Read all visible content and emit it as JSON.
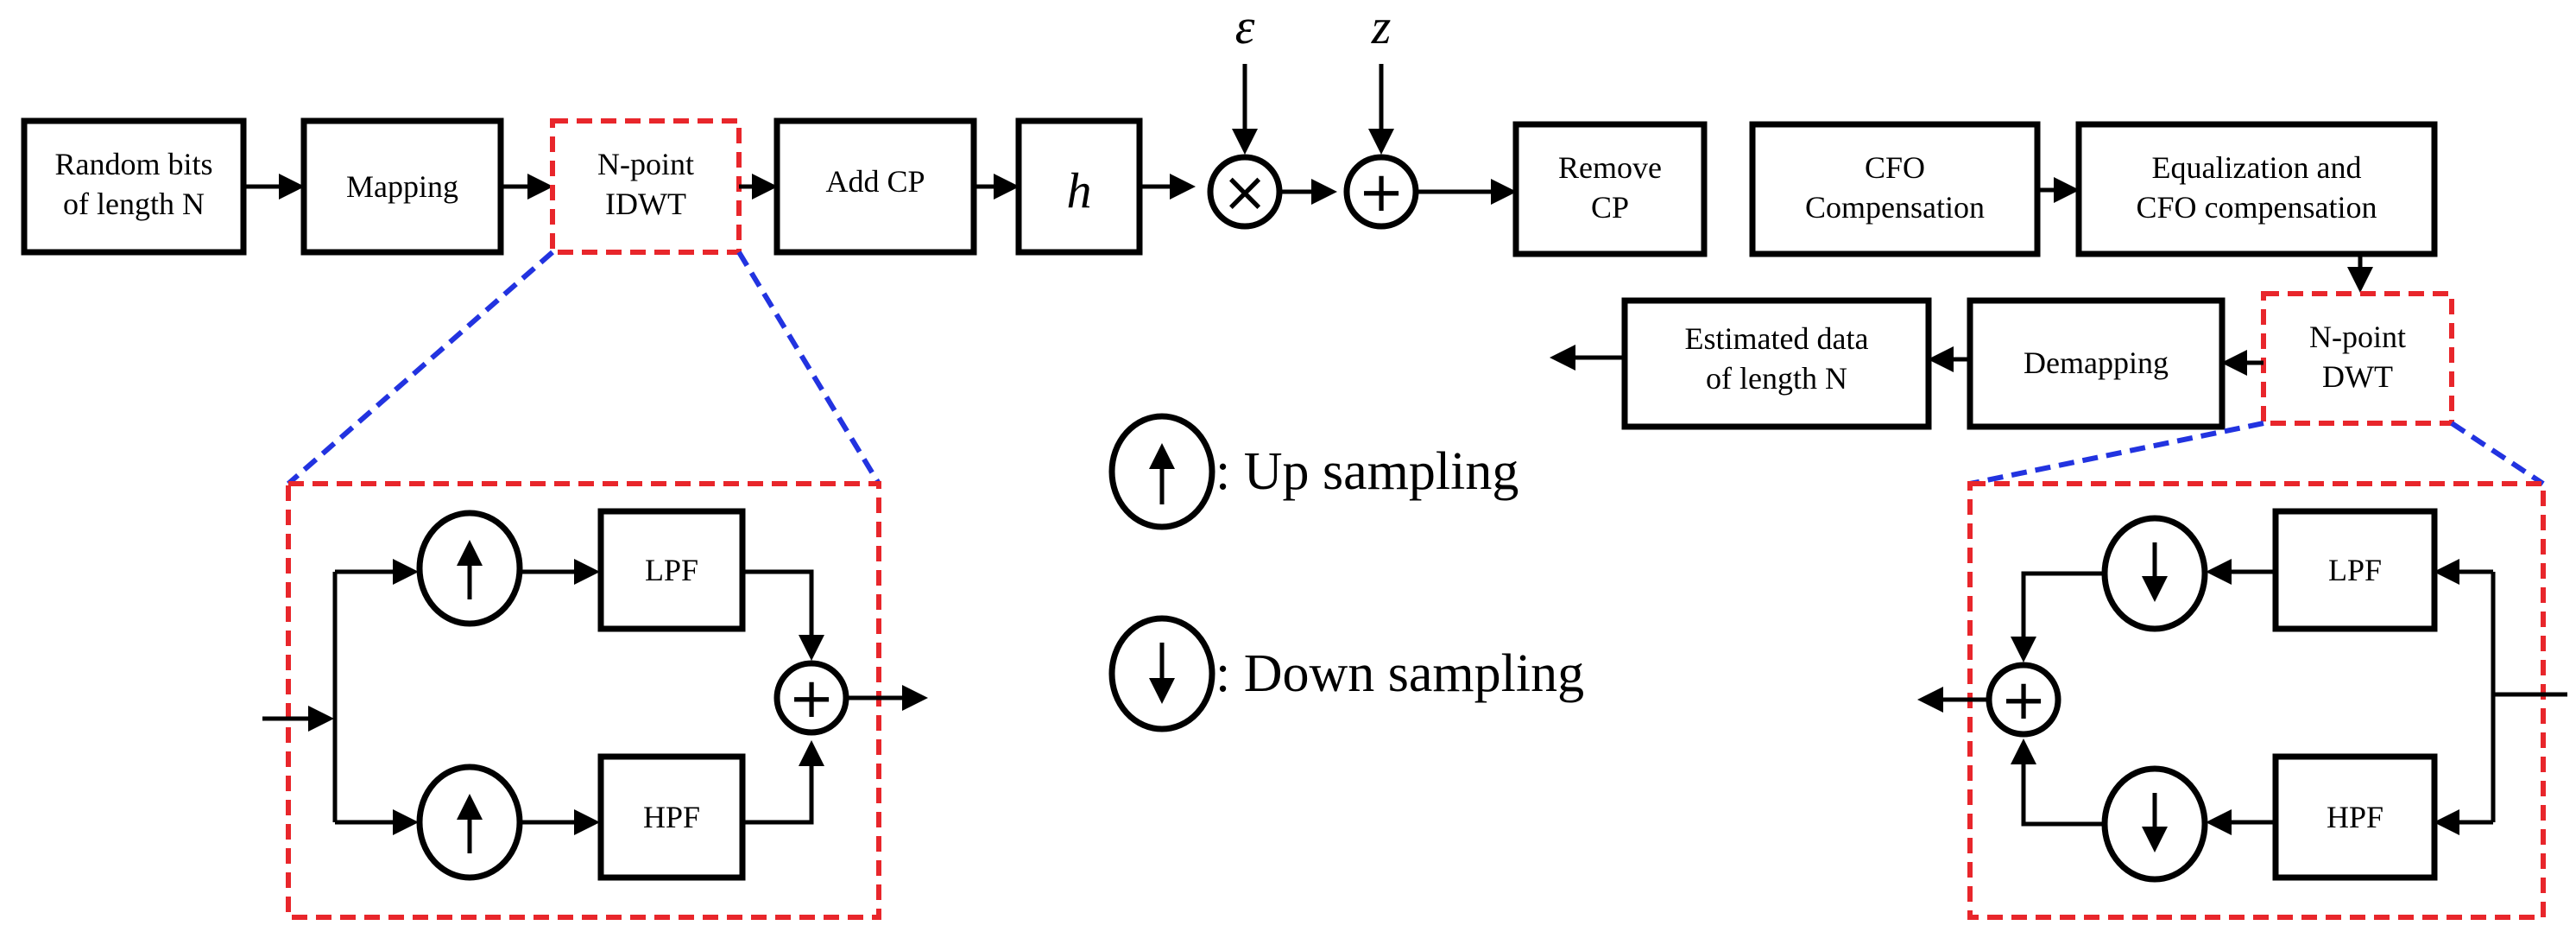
{
  "blocks": {
    "random_bits": [
      "Random bits",
      "of length N"
    ],
    "mapping": "Mapping",
    "idwt": [
      "N-point",
      "IDWT"
    ],
    "add_cp": "Add CP",
    "channel": "h",
    "remove_cp": [
      "Remove",
      "CP"
    ],
    "cfo_comp": [
      "CFO",
      "Compensation"
    ],
    "equalization": [
      "Equalization and",
      "CFO compensation"
    ],
    "dwt": [
      "N-point",
      "DWT"
    ],
    "demapping": "Demapping",
    "estimated": [
      "Estimated data",
      "of length N"
    ]
  },
  "inputs": {
    "cfo": "ε",
    "noise": "z"
  },
  "operators": {
    "multiply": "×",
    "add": "+"
  },
  "filters": {
    "lpf": "LPF",
    "hpf": "HPF"
  },
  "legend": {
    "up": ": Up sampling",
    "down": ": Down sampling"
  },
  "glyphs": {
    "up_arrow": "arrow-up-icon",
    "down_arrow": "arrow-down-icon"
  },
  "colors": {
    "zoom_box": "#e8262b",
    "zoom_lines": "#2233e0"
  }
}
